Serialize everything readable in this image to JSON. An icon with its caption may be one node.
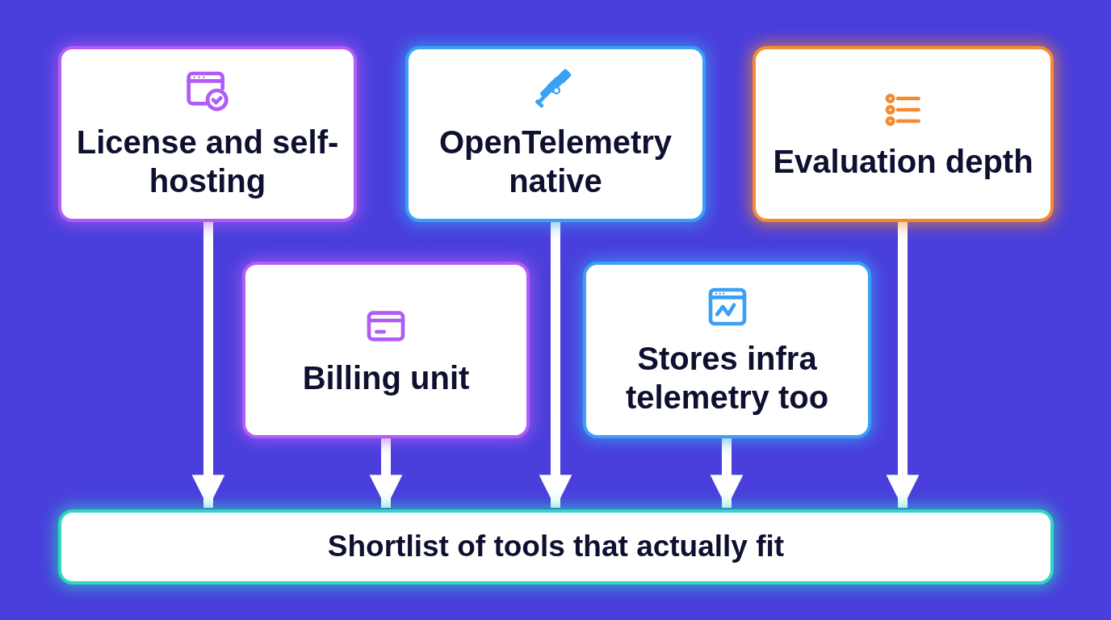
{
  "diagram": {
    "nodes": [
      {
        "text": [
          "License and self-hosting"
        ]
      },
      {
        "text": [
          "OpenTelemetry native"
        ]
      },
      {
        "text": [
          "Evaluation depth"
        ]
      },
      {
        "text": [
          "Billing unit"
        ]
      },
      {
        "text": [
          "Stores infra telemetry too"
        ]
      },
      {
        "text": [
          "Shortlist of tools that actually fit"
        ]
      }
    ],
    "edges": [
      {
        "from": 0,
        "to": 5,
        "arrow": "to"
      },
      {
        "from": 3,
        "to": 5,
        "arrow": "to"
      },
      {
        "from": 1,
        "to": 5,
        "arrow": "to"
      },
      {
        "from": 4,
        "to": 5,
        "arrow": "to"
      },
      {
        "from": 2,
        "to": 5,
        "arrow": "to"
      }
    ]
  }
}
